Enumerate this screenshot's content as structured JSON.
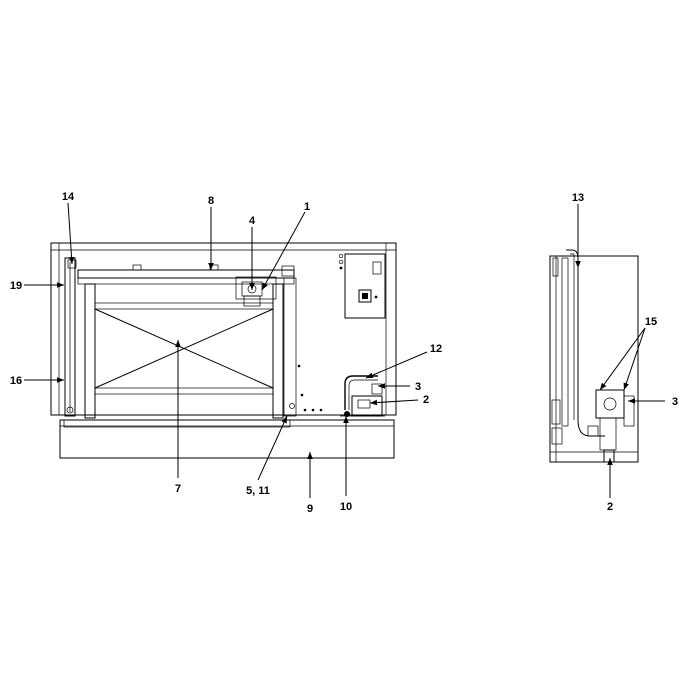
{
  "callouts": {
    "front": [
      "14",
      "8",
      "4",
      "1",
      "19",
      "16",
      "7",
      "12",
      "3",
      "2",
      "5, 11",
      "10",
      "9"
    ],
    "side": [
      "13",
      "15",
      "3",
      "2"
    ]
  }
}
